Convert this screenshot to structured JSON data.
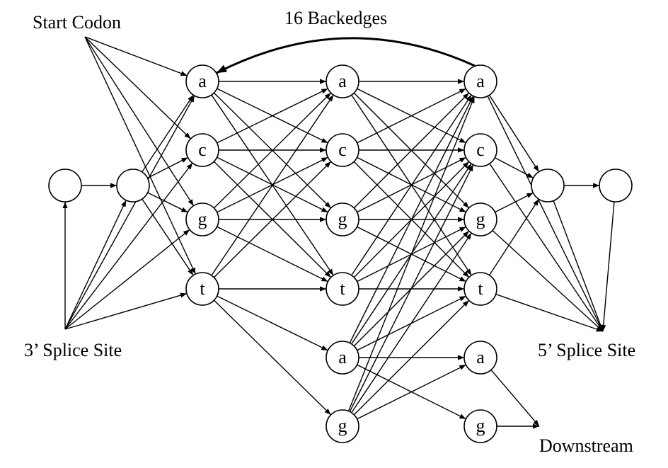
{
  "labels": {
    "start_codon": "Start Codon",
    "backedges": "16 Backedges",
    "splice3": "3’ Splice Site",
    "splice5": "5’ Splice Site",
    "downstream": "Downstream"
  },
  "nodes": [
    {
      "id": "in0",
      "label": ""
    },
    {
      "id": "in1",
      "label": ""
    },
    {
      "id": "c1a",
      "label": "a"
    },
    {
      "id": "c1c",
      "label": "c"
    },
    {
      "id": "c1g",
      "label": "g"
    },
    {
      "id": "c1t",
      "label": "t"
    },
    {
      "id": "c2a",
      "label": "a"
    },
    {
      "id": "c2c",
      "label": "c"
    },
    {
      "id": "c2g",
      "label": "g"
    },
    {
      "id": "c2t",
      "label": "t"
    },
    {
      "id": "c2a2",
      "label": "a"
    },
    {
      "id": "c2g2",
      "label": "g"
    },
    {
      "id": "c3a",
      "label": "a"
    },
    {
      "id": "c3c",
      "label": "c"
    },
    {
      "id": "c3g",
      "label": "g"
    },
    {
      "id": "c3t",
      "label": "t"
    },
    {
      "id": "c3a2",
      "label": "a"
    },
    {
      "id": "c3g2",
      "label": "g"
    },
    {
      "id": "out0",
      "label": ""
    },
    {
      "id": "out1",
      "label": ""
    }
  ],
  "edges": [
    [
      "startcodon",
      "c1a"
    ],
    [
      "startcodon",
      "c1c"
    ],
    [
      "startcodon",
      "c1g"
    ],
    [
      "startcodon",
      "c1t"
    ],
    [
      "splice3",
      "in0"
    ],
    [
      "splice3",
      "in1"
    ],
    [
      "splice3",
      "c1a"
    ],
    [
      "splice3",
      "c1c"
    ],
    [
      "splice3",
      "c1g"
    ],
    [
      "splice3",
      "c1t"
    ],
    [
      "in0",
      "in1"
    ],
    [
      "in1",
      "c1a"
    ],
    [
      "in1",
      "c1c"
    ],
    [
      "in1",
      "c1g"
    ],
    [
      "in1",
      "c1t"
    ],
    [
      "c1a",
      "c2a"
    ],
    [
      "c1a",
      "c2c"
    ],
    [
      "c1a",
      "c2g"
    ],
    [
      "c1a",
      "c2t"
    ],
    [
      "c1c",
      "c2a"
    ],
    [
      "c1c",
      "c2c"
    ],
    [
      "c1c",
      "c2g"
    ],
    [
      "c1c",
      "c2t"
    ],
    [
      "c1g",
      "c2a"
    ],
    [
      "c1g",
      "c2c"
    ],
    [
      "c1g",
      "c2g"
    ],
    [
      "c1g",
      "c2t"
    ],
    [
      "c1t",
      "c2a"
    ],
    [
      "c1t",
      "c2c"
    ],
    [
      "c1t",
      "c2t"
    ],
    [
      "c1t",
      "c2a2"
    ],
    [
      "c1t",
      "c2g2"
    ],
    [
      "c2a",
      "c3a"
    ],
    [
      "c2a",
      "c3c"
    ],
    [
      "c2a",
      "c3g"
    ],
    [
      "c2a",
      "c3t"
    ],
    [
      "c2c",
      "c3a"
    ],
    [
      "c2c",
      "c3c"
    ],
    [
      "c2c",
      "c3g"
    ],
    [
      "c2c",
      "c3t"
    ],
    [
      "c2g",
      "c3a"
    ],
    [
      "c2g",
      "c3c"
    ],
    [
      "c2g",
      "c3g"
    ],
    [
      "c2g",
      "c3t"
    ],
    [
      "c2t",
      "c3a"
    ],
    [
      "c2t",
      "c3c"
    ],
    [
      "c2t",
      "c3g"
    ],
    [
      "c2t",
      "c3t"
    ],
    [
      "c2a2",
      "c3a"
    ],
    [
      "c2a2",
      "c3c"
    ],
    [
      "c2a2",
      "c3g"
    ],
    [
      "c2a2",
      "c3t"
    ],
    [
      "c2a2",
      "c3a2"
    ],
    [
      "c2a2",
      "c3g2"
    ],
    [
      "c2g2",
      "c3a"
    ],
    [
      "c2g2",
      "c3c"
    ],
    [
      "c2g2",
      "c3g"
    ],
    [
      "c2g2",
      "c3t"
    ],
    [
      "c2g2",
      "c3a2"
    ],
    [
      "c3a",
      "out0"
    ],
    [
      "c3c",
      "out0"
    ],
    [
      "c3g",
      "out0"
    ],
    [
      "c3t",
      "out0"
    ],
    [
      "c3a",
      "splice5"
    ],
    [
      "c3c",
      "splice5"
    ],
    [
      "c3g",
      "splice5"
    ],
    [
      "c3t",
      "splice5"
    ],
    [
      "out0",
      "out1"
    ],
    [
      "out0",
      "splice5"
    ],
    [
      "out1",
      "splice5"
    ],
    [
      "c3a2",
      "downstream"
    ],
    [
      "c3g2",
      "downstream"
    ]
  ],
  "backedge": [
    "c3a",
    "c1a"
  ]
}
